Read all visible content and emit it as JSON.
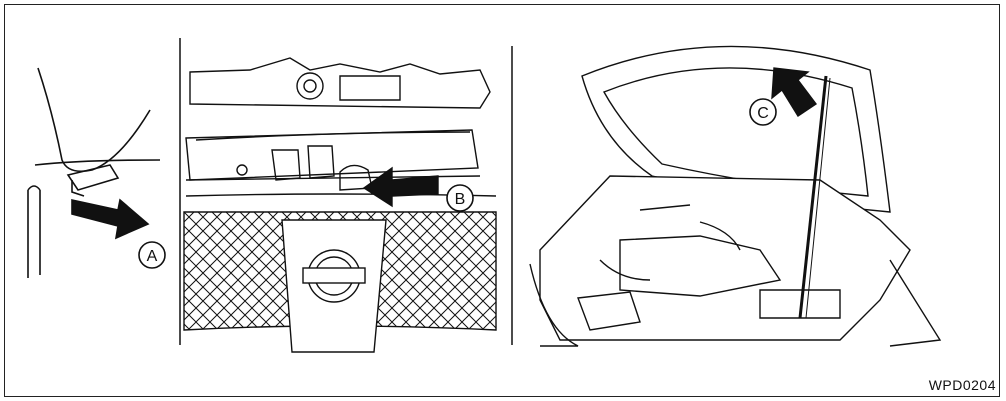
{
  "figure_id": "WPD0204",
  "callouts": {
    "a": "A",
    "b": "B",
    "c": "C"
  },
  "colors": {
    "line": "#111111",
    "fill": "#ffffff",
    "arrow": "#111111"
  }
}
